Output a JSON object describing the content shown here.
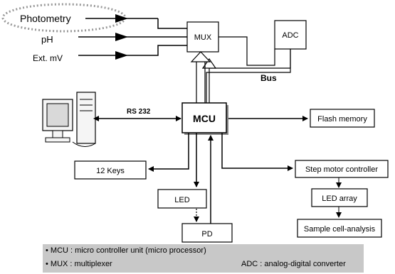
{
  "inputs": {
    "photometry": "Photometry",
    "ph": "pH",
    "ext_mv": "Ext. mV"
  },
  "blocks": {
    "mux": "MUX",
    "adc": "ADC",
    "bus": "Bus",
    "rs232": "RS 232",
    "mcu": "MCU",
    "flash": "Flash memory",
    "keys": "12 Keys",
    "step_motor": "Step motor controller",
    "led": "LED",
    "led_array": "LED array",
    "pd": "PD",
    "sample": "Sample cell-analysis"
  },
  "legend": {
    "mcu_def": "MCU : micro controller unit (micro processor)",
    "mux_def": "MUX : multiplexer",
    "adc_def": "ADC : analog-digital converter"
  }
}
